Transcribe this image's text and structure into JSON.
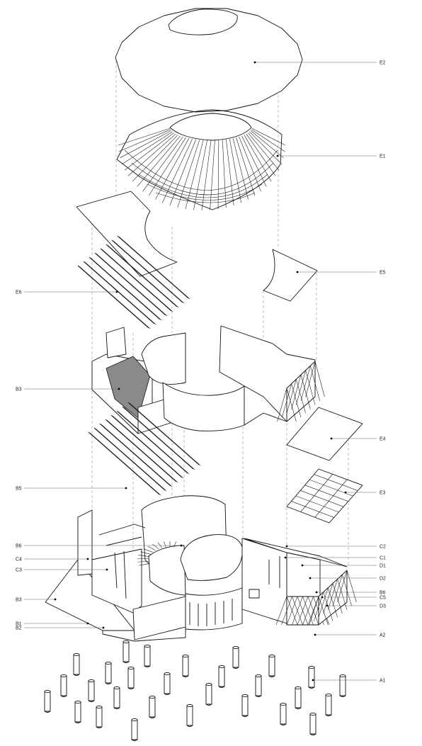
{
  "labels": [
    {
      "id": "E2",
      "text": "E2",
      "side": "right"
    },
    {
      "id": "E1",
      "text": "E1",
      "side": "right"
    },
    {
      "id": "E5",
      "text": "E5",
      "side": "right"
    },
    {
      "id": "E6",
      "text": "E6",
      "side": "left"
    },
    {
      "id": "B3a",
      "text": "B3",
      "side": "left"
    },
    {
      "id": "E4",
      "text": "E4",
      "side": "right"
    },
    {
      "id": "E3",
      "text": "E3",
      "side": "right"
    },
    {
      "id": "B5",
      "text": "B5",
      "side": "left"
    },
    {
      "id": "B6a",
      "text": "B6",
      "side": "left"
    },
    {
      "id": "C2",
      "text": "C2",
      "side": "right"
    },
    {
      "id": "C4",
      "text": "C4",
      "side": "left"
    },
    {
      "id": "C1",
      "text": "C1",
      "side": "right"
    },
    {
      "id": "D1",
      "text": "D1",
      "side": "right"
    },
    {
      "id": "C3",
      "text": "C3",
      "side": "left"
    },
    {
      "id": "D2",
      "text": "D2",
      "side": "right"
    },
    {
      "id": "B6b",
      "text": "B6",
      "side": "right"
    },
    {
      "id": "B3b",
      "text": "B3",
      "side": "left"
    },
    {
      "id": "C5",
      "text": "C5",
      "side": "right"
    },
    {
      "id": "D3",
      "text": "D3",
      "side": "right"
    },
    {
      "id": "B1",
      "text": "B1",
      "side": "left"
    },
    {
      "id": "B2",
      "text": "B2",
      "side": "left"
    },
    {
      "id": "A2",
      "text": "A2",
      "side": "right"
    },
    {
      "id": "A1",
      "text": "A1",
      "side": "right"
    }
  ]
}
